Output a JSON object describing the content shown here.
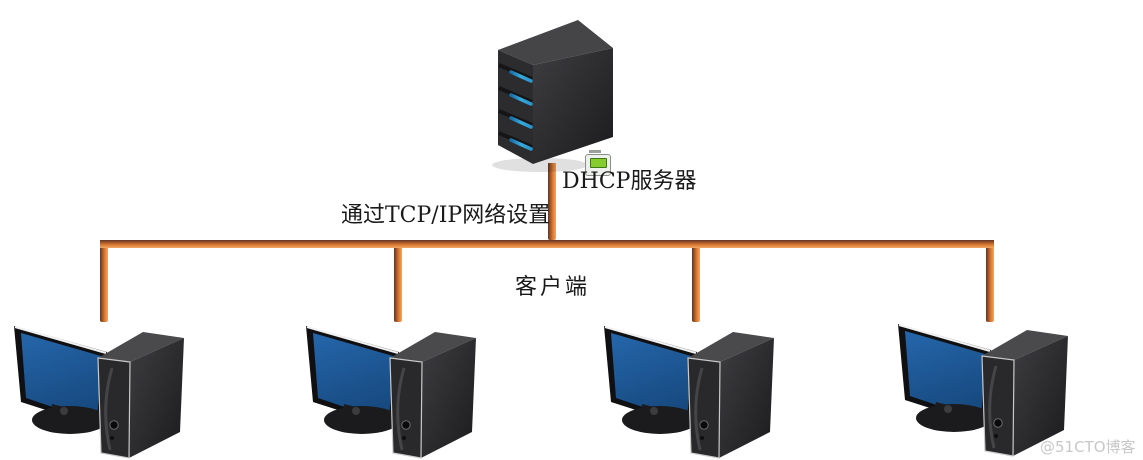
{
  "diagram": {
    "title_context": "DHCP network topology",
    "server": {
      "label": "DHCP服务器",
      "icon": "server-tower-icon",
      "scope_icon": "dhcp-scope-icon"
    },
    "network_label": "通过TCP/IP网络设置",
    "clients_label": "客户端",
    "client_count": 4,
    "connections": {
      "bus": "server-to-all-clients",
      "style": "orthogonal-orange-cable"
    }
  },
  "watermark": "@51CTO博客",
  "colors": {
    "cable-orange": "#dd7d33",
    "cable-dark": "#5f3526",
    "screen-blue": "#1e5c9e",
    "icon-green": "#86cb2f",
    "tower-dark": "#2c2c2e",
    "text-black": "#1a1a1a",
    "watermark-gray": "#c8c8c8"
  }
}
